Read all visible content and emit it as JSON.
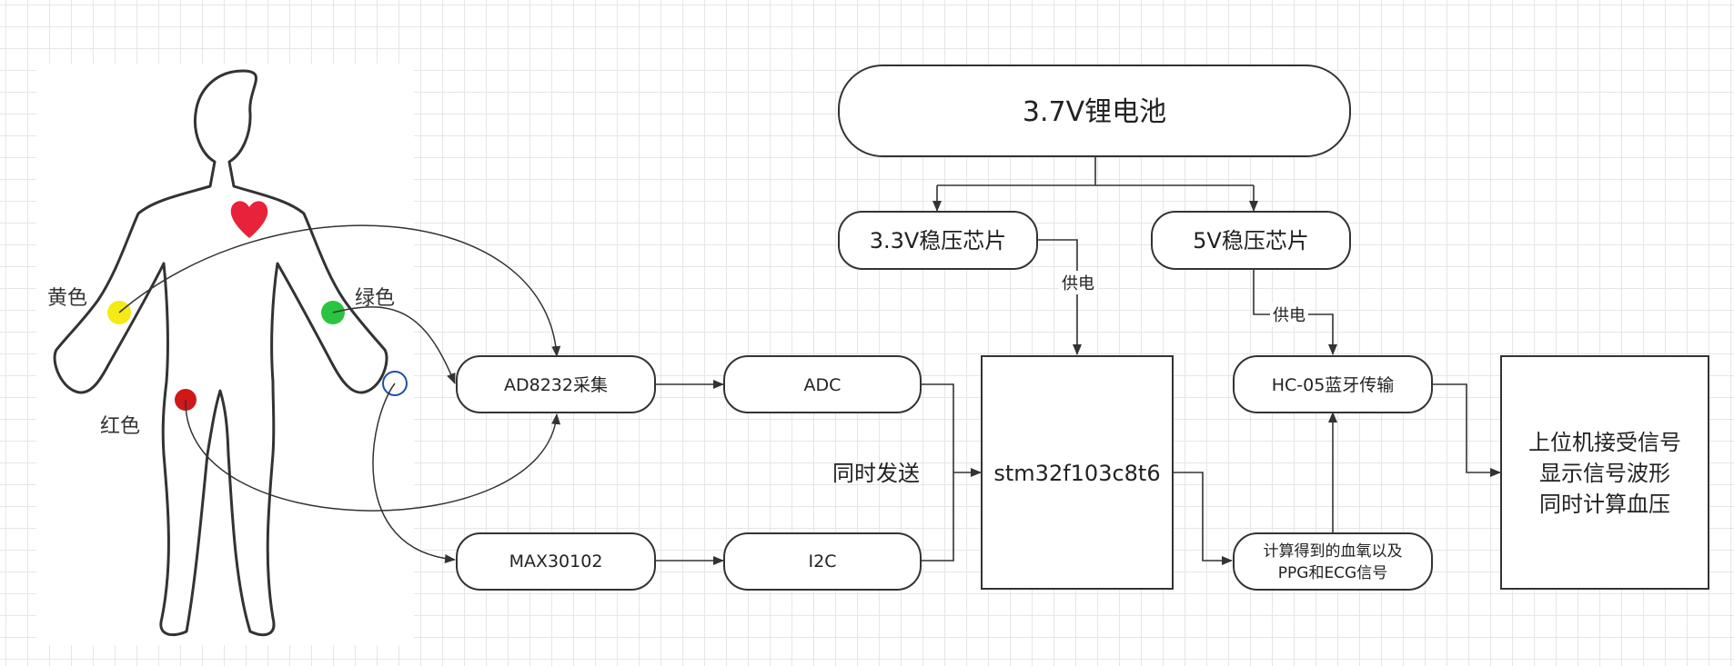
{
  "body_labels": {
    "yellow": "黄色",
    "green": "绿色",
    "red": "红色"
  },
  "nodes": {
    "battery": "3.7V锂电池",
    "reg33": "3.3V稳压芯片",
    "reg5": "5V稳压芯片",
    "ad8232": "AD8232采集",
    "adc": "ADC",
    "max30102": "MAX30102",
    "i2c": "I2C",
    "mcu": "stm32f103c8t6",
    "hc05": "HC-05蓝牙传输",
    "compute": [
      "计算得到的血氧以及",
      "PPG和ECG信号"
    ],
    "host": [
      "上位机接受信号",
      "显示信号波形",
      "同时计算血压"
    ]
  },
  "edge_labels": {
    "power1": "供电",
    "power2": "供电",
    "simul": "同时发送"
  },
  "colors": {
    "heart": "#e8223b",
    "yellow_electrode": "#f5ea14",
    "green_electrode": "#2bc440",
    "red_electrode": "#d01818",
    "blue_sensor": "#1f4fa8",
    "stroke": "#333333"
  }
}
